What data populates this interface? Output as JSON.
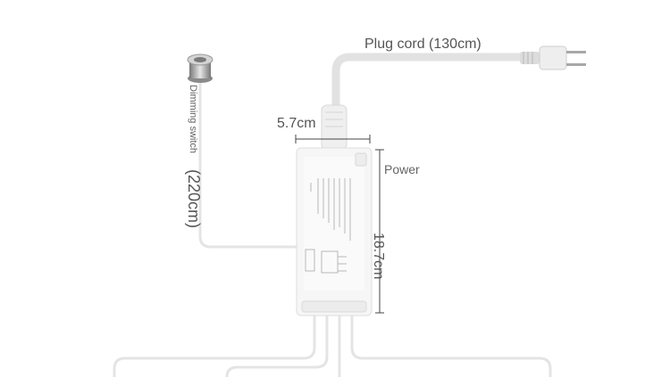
{
  "labels": {
    "plug_cord": "Plug cord (130cm)",
    "width": "5.7cm",
    "power": "Power",
    "height": "18.7cm",
    "dimming_switch": "Dimming switch",
    "switch_length": "(220cm)"
  },
  "colors": {
    "background": "#ffffff",
    "cable": "#e4e4e4",
    "housing": "#f6f6f6",
    "dimension_line": "#444444",
    "text": "#555555"
  }
}
